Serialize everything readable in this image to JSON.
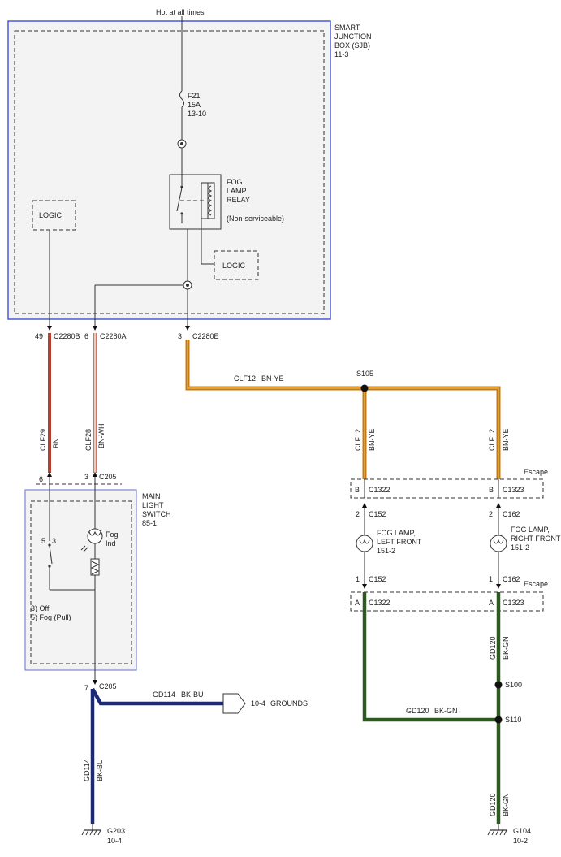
{
  "colors": {
    "brown_red": "#b5402f",
    "brown_white": "#c87868",
    "brown_yellow": "#c47a14",
    "brown_yellow_core": "#e8b045",
    "black_green": "#2f5a1f",
    "black_blue": "#1c2a78",
    "sjb_border": "#3b4fcf",
    "switch_border": "#7b86d6",
    "box_fill": "#f3f3f3"
  },
  "top": {
    "hot": "Hot at all times"
  },
  "sjb": {
    "l1": "SMART",
    "l2": "JUNCTION",
    "l3": "BOX (SJB)",
    "l4": "11-3"
  },
  "fuse": {
    "l1": "F21",
    "l2": "15A",
    "l3": "13-10"
  },
  "relay": {
    "l1": "FOG",
    "l2": "LAMP",
    "l3": "RELAY",
    "l4": "(Non-serviceable)"
  },
  "logic": {
    "left": "LOGIC",
    "right": "LOGIC"
  },
  "connectors": {
    "c2280b_pin": "49",
    "c2280b": "C2280B",
    "c2280a_pin": "6",
    "c2280a": "C2280A",
    "c2280e_pin": "3",
    "c2280e": "C2280E",
    "c205_top_a_pin": "6",
    "c205_top_b_pin": "3",
    "c205_top": "C205",
    "c205_bot_pin": "7",
    "c205_bot": "C205",
    "c152_top_pin": "2",
    "c152_top": "C152",
    "c152_bot_pin": "1",
    "c152_bot": "C152",
    "c162_top_pin": "2",
    "c162_top": "C162",
    "c162_bot_pin": "1",
    "c162_bot": "C162",
    "c1322_top_pin": "B",
    "c1322_top": "C1322",
    "c1323_top_pin": "B",
    "c1323_top": "C1323",
    "c1322_bot_pin": "A",
    "c1322_bot": "C1322",
    "c1323_bot_pin": "A",
    "c1323_bot": "C1323",
    "escape_top": "Escape",
    "escape_bot": "Escape"
  },
  "wires": {
    "clf29": "CLF29",
    "clf29_color": "BN",
    "clf28": "CLF28",
    "clf28_color": "BN-WH",
    "clf12_h": "CLF12",
    "clf12_h_color": "BN-YE",
    "clf12_l": "CLF12",
    "clf12_l_color": "BN-YE",
    "clf12_r": "CLF12",
    "clf12_r_color": "BN-YE",
    "gd114_h": "GD114",
    "gd114_h_color": "BK-BU",
    "gd114_v": "GD114",
    "gd114_v_color": "BK-BU",
    "gd120_r1": "GD120",
    "gd120_r1_color": "BK-GN",
    "gd120_h": "GD120",
    "gd120_h_color": "BK-GN",
    "gd120_r2": "GD120",
    "gd120_r2_color": "BK-GN"
  },
  "splices": {
    "s105": "S105",
    "s100": "S100",
    "s110": "S110"
  },
  "switch": {
    "l1": "MAIN",
    "l2": "LIGHT",
    "l3": "SWITCH",
    "l4": "85-1",
    "pos5": "5",
    "pos3": "3",
    "fog1": "Fog",
    "fog2": "Ind",
    "opt1": "3) Off",
    "opt2": "5) Fog (Pull)"
  },
  "lamps": {
    "left1": "FOG LAMP,",
    "left2": "LEFT FRONT",
    "left3": "151-2",
    "right1": "FOG LAMP,",
    "right2": "RIGHT FRONT",
    "right3": "151-2"
  },
  "grounds": {
    "ref": "10-4",
    "label": "GROUNDS",
    "g203": "G203",
    "g203_ref": "10-4",
    "g104": "G104",
    "g104_ref": "10-2"
  }
}
